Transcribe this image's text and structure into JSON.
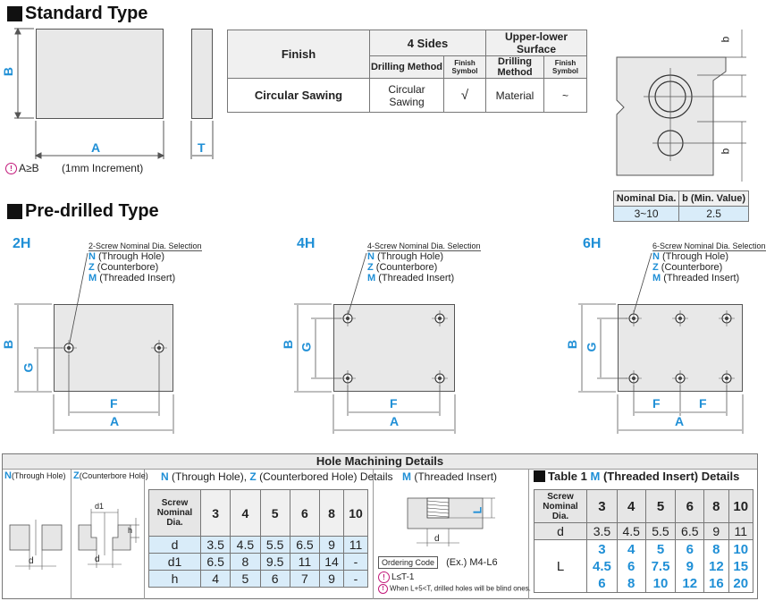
{
  "standard": {
    "title": "Standard Type",
    "label_a": "A",
    "label_b": "B",
    "label_t": "T",
    "note_cond": "A≥B",
    "note_inc": "(1mm Increment)"
  },
  "finish_table": {
    "finish_header": "Finish",
    "four_sides": "4 Sides",
    "upper_lower": "Upper-lower Surface",
    "drilling_method": "Drilling Method",
    "finish_symbol": "Finish Symbol",
    "row_label": "Circular Sawing",
    "four_sides_method": "Circular Sawing",
    "four_sides_symbol": "√",
    "upper_method": "Material",
    "upper_symbol": "~"
  },
  "min_table": {
    "label_b": "b",
    "header_dia": "Nominal Dia.",
    "header_b": "b (Min. Value)",
    "row_dia": "3~10",
    "row_b": "2.5"
  },
  "predrilled": {
    "title": "Pre-drilled Type",
    "variants": [
      {
        "code": "2H",
        "selection": "2-Screw Nominal Dia. Selection"
      },
      {
        "code": "4H",
        "selection": "4-Screw Nominal Dia. Selection"
      },
      {
        "code": "6H",
        "selection": "6-Screw Nominal Dia. Selection"
      }
    ],
    "opt_n": "N",
    "opt_n_txt": "(Through Hole)",
    "opt_z": "Z",
    "opt_z_txt": "(Counterbore)",
    "opt_m": "M",
    "opt_m_txt": "(Threaded Insert)",
    "lbl_a": "A",
    "lbl_b": "B",
    "lbl_f": "F",
    "lbl_g": "G"
  },
  "hole": {
    "title": "Hole Machining Details",
    "n_head_code": "N",
    "n_head_txt": "(Through Hole)",
    "z_head_code": "Z",
    "z_head_txt": "(Counterbore Hole)",
    "nz_head_n": "N",
    "nz_head_mid": "(Through Hole),",
    "nz_head_z": "Z",
    "nz_head_end": "(Counterbored Hole) Details",
    "m_head_code": "M",
    "m_head_txt": "(Threaded Insert)",
    "lbl_d": "d",
    "lbl_d1": "d1",
    "lbl_h": "h",
    "lbl_l": "L",
    "nz_table": {
      "header": "Screw Nominal Dia.",
      "cols": [
        "3",
        "4",
        "5",
        "6",
        "8",
        "10"
      ],
      "rows": [
        {
          "label": "d",
          "values": [
            "3.5",
            "4.5",
            "5.5",
            "6.5",
            "9",
            "11"
          ]
        },
        {
          "label": "d1",
          "values": [
            "6.5",
            "8",
            "9.5",
            "11",
            "14",
            "-"
          ]
        },
        {
          "label": "h",
          "values": [
            "4",
            "5",
            "6",
            "7",
            "9",
            "-"
          ]
        }
      ]
    },
    "ordering_code": "Ordering Code",
    "ordering_ex": "(Ex.) M4-L6",
    "note1": "L≤T-1",
    "note2": "When L+5<T, drilled holes will be blind ones."
  },
  "table1": {
    "title_pre": "Table 1",
    "title_code": "M",
    "title_post": "(Threaded Insert) Details",
    "header": "Screw Nominal Dia.",
    "cols": [
      "3",
      "4",
      "5",
      "6",
      "8",
      "10"
    ],
    "d_label": "d",
    "d_values": [
      "3.5",
      "4.5",
      "5.5",
      "6.5",
      "9",
      "11"
    ],
    "l_label": "L",
    "l_values": [
      [
        "3",
        "4",
        "5",
        "6",
        "8",
        "10"
      ],
      [
        "4.5",
        "6",
        "7.5",
        "9",
        "12",
        "15"
      ],
      [
        "6",
        "8",
        "10",
        "12",
        "16",
        "20"
      ]
    ]
  }
}
